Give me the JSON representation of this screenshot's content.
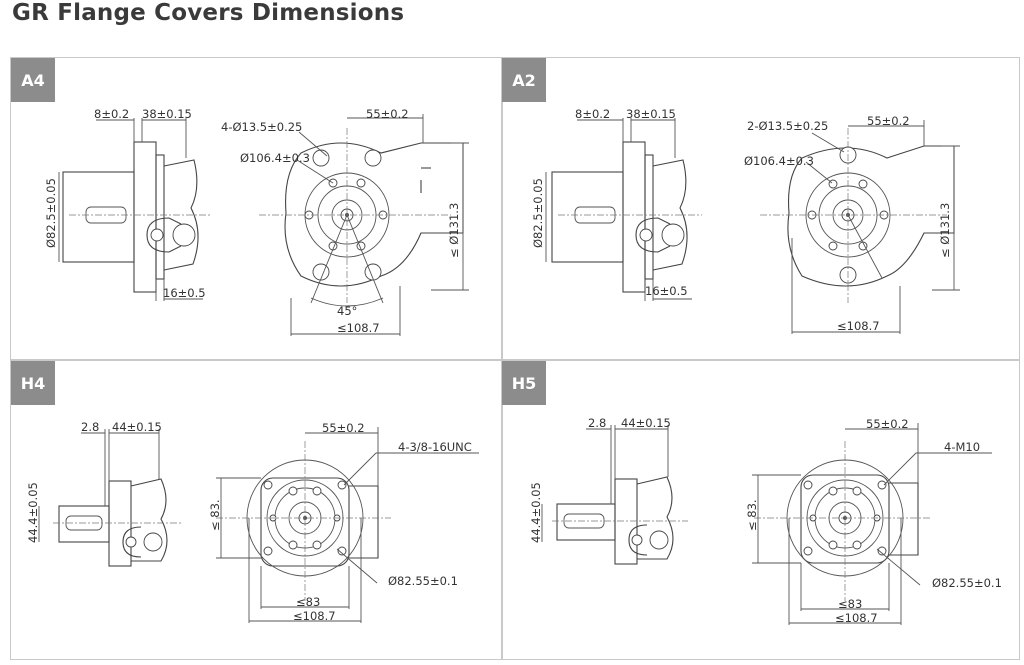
{
  "page": {
    "title": "GR Flange Covers Dimensions"
  },
  "panels": {
    "a4": {
      "tag": "A4",
      "side": {
        "d1": "8±0.2",
        "d2": "38±0.15",
        "shaft": "Ø82.5±0.05",
        "bottom": "16±0.5"
      },
      "front": {
        "holes": "4-Ø13.5±0.25",
        "pcd": "Ø106.4±0.3",
        "offset": "55±0.2",
        "height": "≤ Ø131.3",
        "angle": "45°",
        "width": "≤108.7"
      }
    },
    "a2": {
      "tag": "A2",
      "side": {
        "d1": "8±0.2",
        "d2": "38±0.15",
        "shaft": "Ø82.5±0.05",
        "bottom": "16±0.5"
      },
      "front": {
        "holes": "2-Ø13.5±0.25",
        "pcd": "Ø106.4±0.3",
        "offset": "55±0.2",
        "height": "≤ Ø131.3",
        "width": "≤108.7"
      }
    },
    "h4": {
      "tag": "H4",
      "side": {
        "d1": "2.8",
        "d2": "44±0.15",
        "shaft": "44.4±0.05"
      },
      "front": {
        "thread": "4-3/8-16UNC",
        "offset": "55±0.2",
        "height": "≤ 83.",
        "pcd": "Ø82.55±0.1",
        "inner_width": "≤83",
        "width": "≤108.7"
      }
    },
    "h5": {
      "tag": "H5",
      "side": {
        "d1": "2.8",
        "d2": "44±0.15",
        "shaft": "44.4±0.05"
      },
      "front": {
        "thread": "4-M10",
        "offset": "55±0.2",
        "height": "≤ 83.",
        "pcd": "Ø82.55±0.1",
        "inner_width": "≤83",
        "width": "≤108.7"
      }
    }
  }
}
